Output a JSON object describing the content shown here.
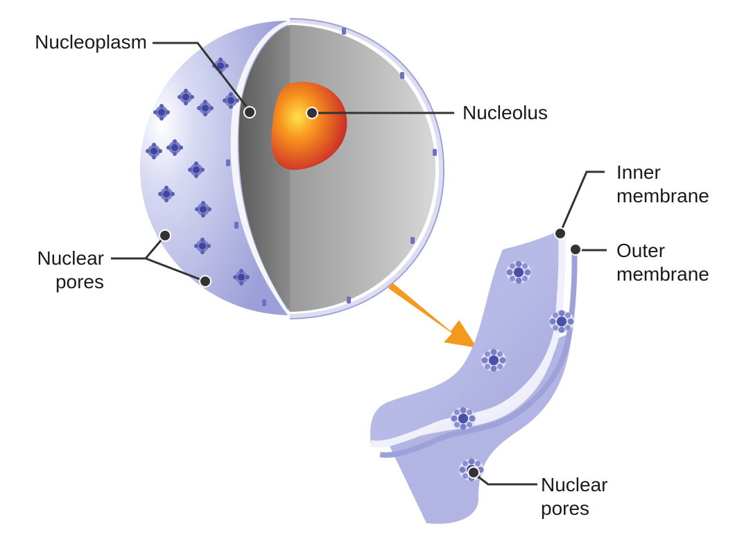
{
  "labels": {
    "nucleoplasm": "Nucleoplasm",
    "nucleolus": "Nucleolus",
    "nuclear_pores_left": [
      "Nuclear",
      "pores"
    ],
    "inner_membrane": [
      "Inner",
      "membrane"
    ],
    "outer_membrane": [
      "Outer",
      "membrane"
    ],
    "nuclear_pores_bottom": [
      "Nuclear",
      "pores"
    ]
  },
  "colors": {
    "envelope": "#b4b6e6",
    "envelope_highlight": "#f2f2fb",
    "pore": "#4a4fa8",
    "interior_dark": "#6e6e6e",
    "interior_light": "#c8c8c8",
    "nucleolus_core": "#ffcc33",
    "nucleolus_edge": "#d2232a",
    "arrow": "#f39a1e",
    "leader_line": "#333333"
  }
}
